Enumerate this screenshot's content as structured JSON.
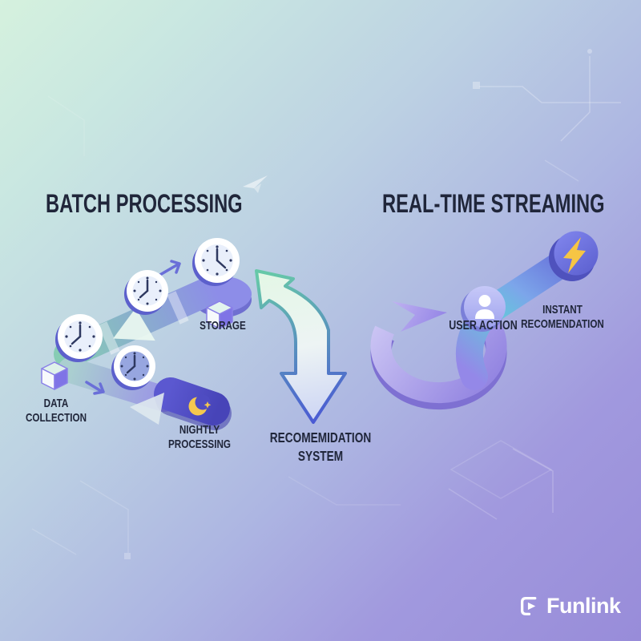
{
  "page": {
    "type": "infographic",
    "topic": "Batch processing vs real-time streaming recommendation system"
  },
  "left_section": {
    "title": "BATCH PROCESSING",
    "storage_label": "STORAGE",
    "data_collection_line1": "DATA",
    "data_collection_line2": "COLLECTION",
    "nightly_line1": "NIGHTLY",
    "nightly_line2": "PROCESSING"
  },
  "center_section": {
    "system_line1": "RECOMEMIDATION",
    "system_line2": "SYSTEM"
  },
  "right_section": {
    "title": "REAL-TIME STREAMING",
    "user_action_label": "USER ACTION",
    "instant_line1": "INSTANT",
    "instant_line2": "RECOMENDATION"
  },
  "branding": {
    "logo_text": "Funlink"
  },
  "icons": [
    "clock-icon",
    "storage-cube-icon",
    "data-cube-icon",
    "moon-icon",
    "lightning-icon",
    "user-icon",
    "loop-arrow-icon",
    "double-curved-arrow-icon",
    "flow-arrow-icon",
    "small-arrow-icon",
    "play-logo-icon",
    "paper-plane-icon"
  ],
  "colors": {
    "bg_start": "#d5f1de",
    "bg_mid": "#b9c7e4",
    "bg_end": "#988cd9",
    "text_dark": "#20263a",
    "accent_purple": "#6e6fd8",
    "accent_teal": "#7fccb6",
    "night_indigo": "#4f4cc2",
    "bolt_yellow": "#f6c544",
    "moon_yellow": "#f5c84e",
    "logo_white": "#ffffff"
  }
}
